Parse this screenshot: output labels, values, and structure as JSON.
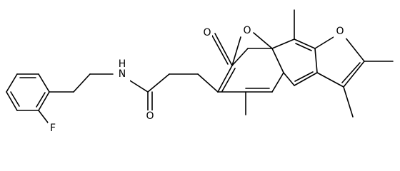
{
  "molecule": {
    "atom_labels": {
      "fluorine": "F",
      "amide_nitrogen": "N",
      "amide_hydrogen": "H",
      "amide_oxygen": "O",
      "lactone_carbonyl_oxygen": "O",
      "pyranone_ring_oxygen": "O",
      "furan_ring_oxygen": "O"
    },
    "colors": {
      "bond": "#000000",
      "text": "#000000",
      "background": "#ffffff"
    }
  }
}
